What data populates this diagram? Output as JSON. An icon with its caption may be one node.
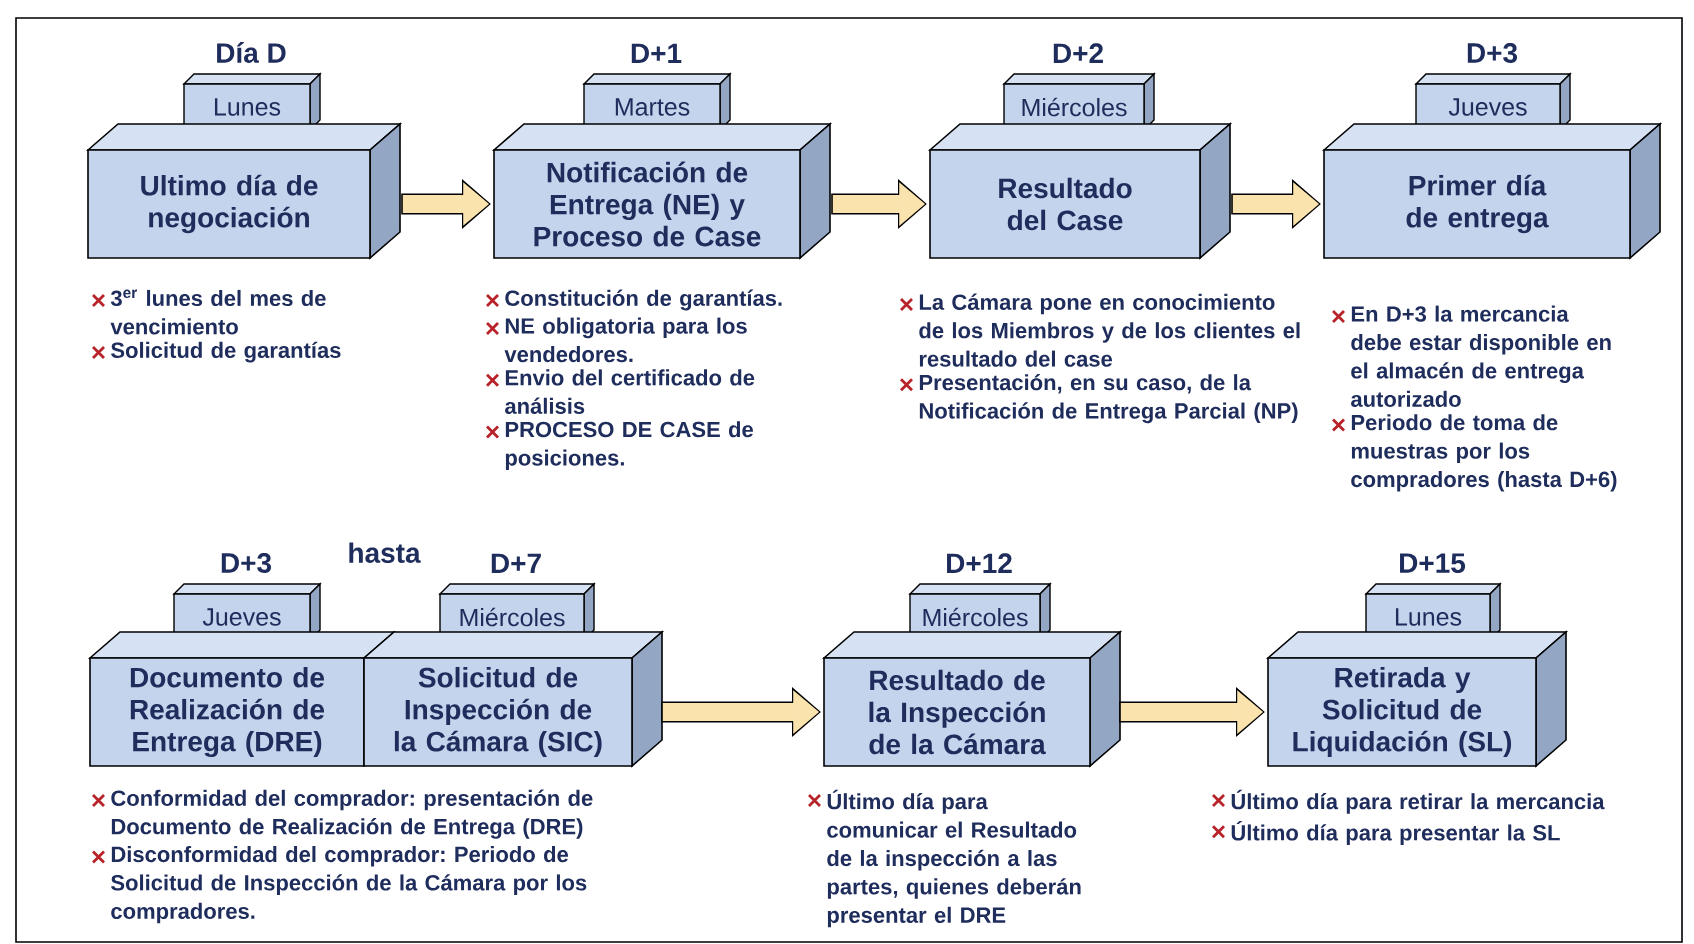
{
  "diagram": {
    "nodes": [
      {
        "text": [
          "Lunes"
        ],
        "beside": [
          "Día D"
        ]
      },
      {
        "text": [
          "Ultimo día de negociación"
        ],
        "beside": [
          "3$^{er}$ lunes del mes de vencimiento",
          "Solicitud de garantías"
        ]
      },
      {
        "text": [
          "Martes"
        ],
        "beside": [
          "D+1"
        ]
      },
      {
        "text": [
          "Notificación de Entrega (NE) y Proceso de Case"
        ],
        "beside": [
          "Constitución de garantías.",
          "NE obligatoria para los vendedores.",
          "Envio del certificado de análisis",
          "PROCESO DE CASE de posiciones."
        ]
      },
      {
        "text": [
          "Miércoles"
        ],
        "beside": [
          "D+2"
        ]
      },
      {
        "text": [
          "Resultado del Case"
        ],
        "beside": [
          "La Cámara pone en conocimiento de los Miembros y de los clientes el resultado del case",
          "Presentación, en su caso, de la Notificación de Entrega Parcial (NP)"
        ]
      },
      {
        "text": [
          "Jueves"
        ],
        "beside": [
          "D+3"
        ]
      },
      {
        "text": [
          "Primer día de entrega"
        ],
        "beside": [
          "En D+3 la mercancia debe estar disponible en el almacén de entrega autorizado",
          "Periodo de toma de muestras por los compradores (hasta D+6)"
        ]
      },
      {
        "text": [
          "Jueves"
        ],
        "beside": [
          "D+3"
        ]
      },
      {
        "text": [
          "Miércoles"
        ],
        "beside": [
          "D+7"
        ]
      },
      {
        "text": [
          "Documento de Realización de Entrega (DRE)"
        ],
        "beside": [
          "Conformidad del comprador: presentación de Documento de Realización de Entrega (DRE)",
          "Disconformidad del comprador: Periodo de Solicitud de Inspección de la Cámara por los compradores."
        ]
      },
      {
        "text": [
          "Solicitud de Inspección de la Cámara (SIC)"
        ]
      },
      {
        "text": [
          "Miércoles"
        ],
        "beside": [
          "D+12"
        ]
      },
      {
        "text": [
          "Resultado de la Inspección de la Cámara"
        ],
        "beside": [
          "Último día para comunicar el Resultado de la inspección a las partes, quienes deberán presentar el DRE"
        ]
      },
      {
        "text": [
          "Lunes"
        ],
        "beside": [
          "D+15"
        ]
      },
      {
        "text": [
          "Retirada y Solicitud de Liquidación (SL)"
        ],
        "beside": [
          "Último día para retirar la mercancia",
          "Último día para presentar la SL"
        ]
      }
    ],
    "edges": [
      {
        "from": 1,
        "to": 3,
        "arrow": "to"
      },
      {
        "from": 3,
        "to": 5,
        "arrow": "to"
      },
      {
        "from": 5,
        "to": 7,
        "arrow": "to"
      },
      {
        "from": 11,
        "to": 13,
        "arrow": "to"
      },
      {
        "from": 13,
        "to": 15,
        "arrow": "to"
      }
    ],
    "labels": [
      "hasta"
    ]
  }
}
